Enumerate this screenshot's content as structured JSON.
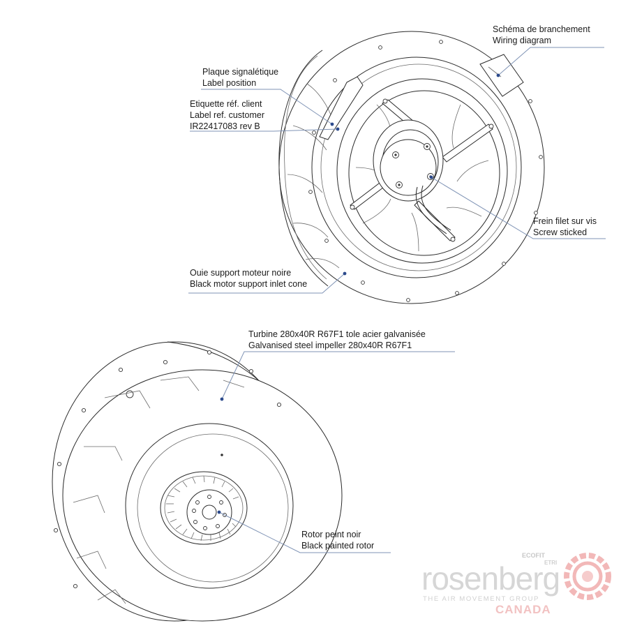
{
  "callouts": {
    "wiring": {
      "fr": "Schéma de branchement",
      "en": "Wiring diagram"
    },
    "label_position": {
      "fr": "Plaque signalétique",
      "en": "Label position"
    },
    "customer_label": {
      "fr": "Etiquette réf. client",
      "en": "Label ref. customer",
      "ref": "IR22417083 rev B"
    },
    "screw": {
      "fr": "Frein filet sur vis",
      "en": "Screw sticked"
    },
    "inlet_cone": {
      "fr": "Ouie support moteur noire",
      "en": "Black motor support inlet cone"
    },
    "impeller": {
      "fr": "Turbine 280x40R  R67F1 tole acier galvanisée",
      "en": "Galvanised steel impeller 280x40R R67F1"
    },
    "rotor": {
      "fr": "Rotor peint noir",
      "en": "Black painted rotor"
    }
  },
  "logo": {
    "brand": "rosenberg",
    "tagline": "THE AIR MOVEMENT GROUP",
    "region": "CANADA",
    "product_line": "ECOFIT",
    "sub_brand": "ETRI"
  },
  "colors": {
    "leader": "#7f93b5",
    "leader_dot": "#2c4a8c",
    "logo_red": "#f0b4b4",
    "logo_grey": "#d6d6d6"
  }
}
